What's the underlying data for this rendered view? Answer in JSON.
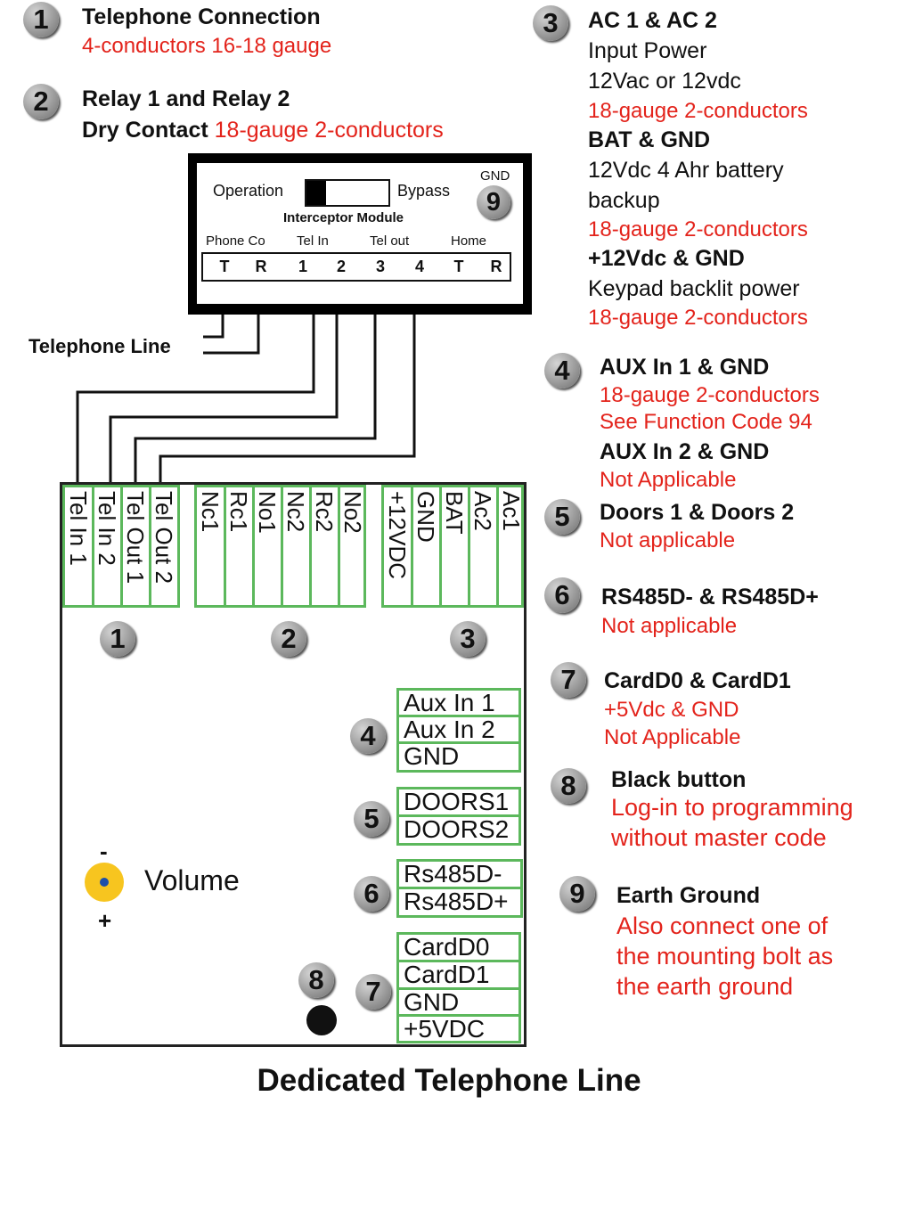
{
  "legend": {
    "n1": {
      "num": "1",
      "title": "Telephone Connection",
      "l1": "4-conductors 16-18 gauge"
    },
    "n2": {
      "num": "2",
      "title1": "Relay 1 and Relay 2",
      "title2": "Dry Contact",
      "l1": "18-gauge 2-conductors"
    },
    "n3": {
      "num": "3",
      "title": "AC 1 & AC 2",
      "l1": "Input Power",
      "l2": "12Vac or 12vdc",
      "l3": "18-gauge 2-conductors",
      "title2": "BAT & GND",
      "l4": "12Vdc 4 Ahr battery",
      "l5": "backup",
      "l6": "18-gauge 2-conductors",
      "title3": "+12Vdc & GND",
      "l7": "Keypad backlit power",
      "l8": "18-gauge 2-conductors"
    },
    "n4": {
      "num": "4",
      "title": "AUX In 1 & GND",
      "l1": "18-gauge 2-conductors",
      "l2": "See Function Code 94",
      "title2": "AUX In 2 & GND",
      "l3": "Not Applicable"
    },
    "n5": {
      "num": "5",
      "title": "Doors 1 & Doors 2",
      "l1": "Not applicable"
    },
    "n6": {
      "num": "6",
      "title": "RS485D- & RS485D+",
      "l1": "Not applicable"
    },
    "n7": {
      "num": "7",
      "title": "CardD0 & CardD1",
      "l1": "+5Vdc & GND",
      "l2": "Not Applicable"
    },
    "n8": {
      "num": "8",
      "title": "Black button",
      "l1": "Log-in to programming",
      "l2": "without master code"
    },
    "n9": {
      "num": "9",
      "title": "Earth Ground",
      "l1": "Also connect one of",
      "l2": "the mounting bolt as",
      "l3": "the earth ground"
    }
  },
  "module": {
    "operation": "Operation",
    "bypass": "Bypass",
    "gnd": "GND",
    "gnd_num": "9",
    "title": "Interceptor Module",
    "groups": [
      "Phone Co",
      "Tel In",
      "Tel out",
      "Home"
    ],
    "pins": [
      "T",
      "R",
      "1",
      "2",
      "3",
      "4",
      "T",
      "R"
    ]
  },
  "telephone_line": "Telephone Line",
  "board": {
    "block1": [
      "Tel In 1",
      "Tel In 2",
      "Tel Out 1",
      "Tel Out 2"
    ],
    "block2": [
      "Nc1",
      "Rc1",
      "No1",
      "Nc2",
      "Rc2",
      "No2"
    ],
    "block3": [
      "+12VDC",
      "GND",
      "BAT",
      "Ac2",
      "Ac1"
    ],
    "markers": [
      "1",
      "2",
      "3",
      "4",
      "5",
      "6",
      "7",
      "8"
    ],
    "aux": [
      "Aux In 1",
      "Aux In 2",
      "GND"
    ],
    "doors": [
      "DOORS1",
      "DOORS2"
    ],
    "rs485": [
      "Rs485D-",
      "Rs485D+"
    ],
    "card": [
      "CardD0",
      "CardD1",
      "GND",
      "+5VDC"
    ],
    "volume": "Volume",
    "minus": "-",
    "plus": "+"
  },
  "footer": "Dedicated Telephone Line"
}
